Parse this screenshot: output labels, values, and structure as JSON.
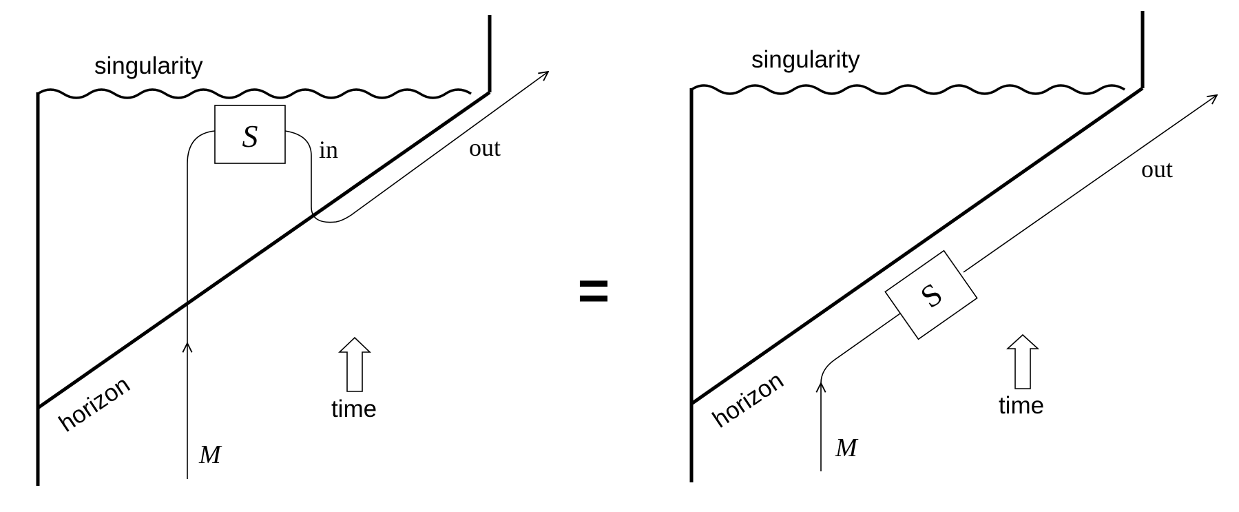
{
  "left": {
    "singularity": "singularity",
    "in": "in",
    "out": "out",
    "box": "S",
    "horizon": "horizon",
    "time": "time",
    "mass": "M"
  },
  "equals": "=",
  "right": {
    "singularity": "singularity",
    "out": "out",
    "box": "S",
    "horizon": "horizon",
    "time": "time",
    "mass": "M"
  }
}
